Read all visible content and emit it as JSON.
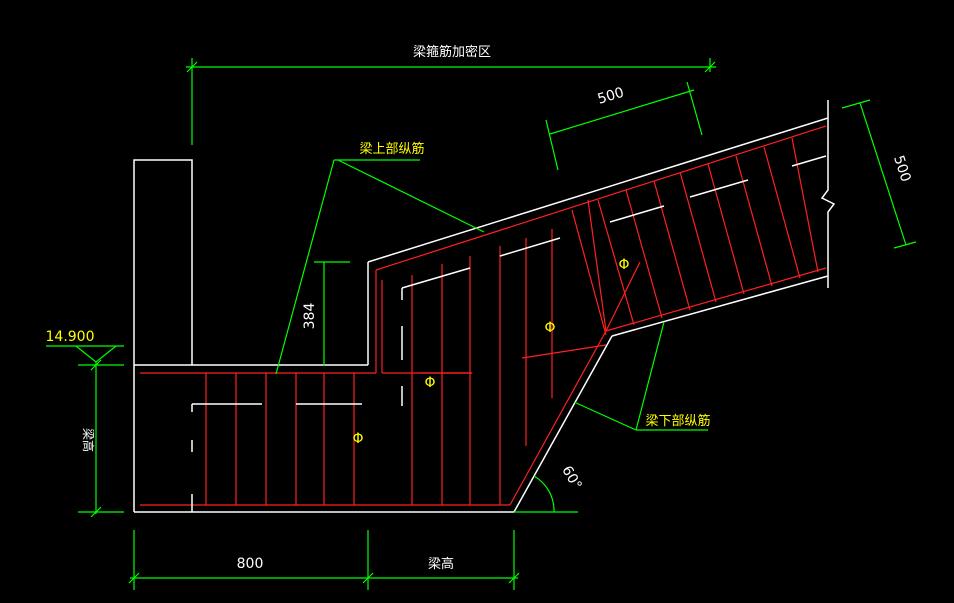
{
  "colors": {
    "background": "#000000",
    "outline": "#ffffff",
    "rebar": "#ff2020",
    "dimension": "#00ff00",
    "label": "#ffff00"
  },
  "labels": {
    "dense_zone": "梁箍筋加密区",
    "top_bar": "梁上部纵筋",
    "bottom_bar": "梁下部纵筋",
    "dim_500_top": "500",
    "dim_500_right": "500",
    "dim_384": "384",
    "elevation": "14.900",
    "dim_800": "800",
    "beam_height_bottom": "梁高",
    "beam_height_left": "梁高",
    "angle": "60°"
  },
  "bar_symbol": "Φ"
}
